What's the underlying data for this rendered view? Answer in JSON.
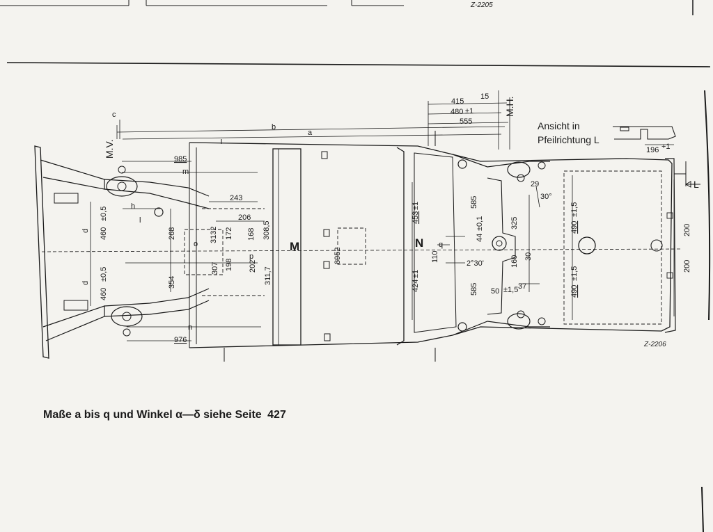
{
  "top_ref": "Z-2205",
  "figure_ref": "Z-2206",
  "labels": {
    "view_line1": "Ansicht in",
    "view_line2": "Pfeilrichtung L",
    "view_dim": "196",
    "view_dim_tol": "+1",
    "arrow_L": "L",
    "mv": "M.V.",
    "mh": "M.H.",
    "M": "M",
    "N": "N"
  },
  "dimensions": {
    "c": "c",
    "b": "b",
    "a": "a",
    "d415": "415",
    "d15": "15",
    "d480": "480",
    "d480_tol": "±1",
    "d555": "555",
    "d985": "985",
    "m": "m",
    "d243": "243",
    "h": "h",
    "l": "l",
    "d206": "206",
    "d268": "268",
    "o": "o",
    "d3132": "3132",
    "d172": "172",
    "d168": "168",
    "d3085": "308,5",
    "d460a": "460",
    "d460b": "460",
    "tol05": "±0,5",
    "d_upper": "d",
    "d_lower": "d",
    "d307": "307",
    "d198": "198",
    "p": "p",
    "d202": "202",
    "d3117": "311,7",
    "d354": "354",
    "d8952": "8952",
    "d453": "453",
    "d453_tol": "±1",
    "d424": "424",
    "d424_tol": "±1",
    "d110": "110",
    "q": "q",
    "d44": "44",
    "d44_tol": "±0,1",
    "a2_30": "2°30'",
    "d585a": "585",
    "d585b": "585",
    "d325": "325",
    "d160": "160",
    "d30": "30",
    "d50": "50",
    "d50_tol": "±1,5",
    "d37": "37",
    "d29": "29",
    "a30": "30°",
    "d490a": "490",
    "d490b": "490",
    "tol15": "±1,5",
    "d200a": "200",
    "d200b": "200",
    "n": "n",
    "d976": "976"
  },
  "caption": {
    "text": "Maße a bis q und Winkel α—δ siehe Seite",
    "page": "427"
  }
}
